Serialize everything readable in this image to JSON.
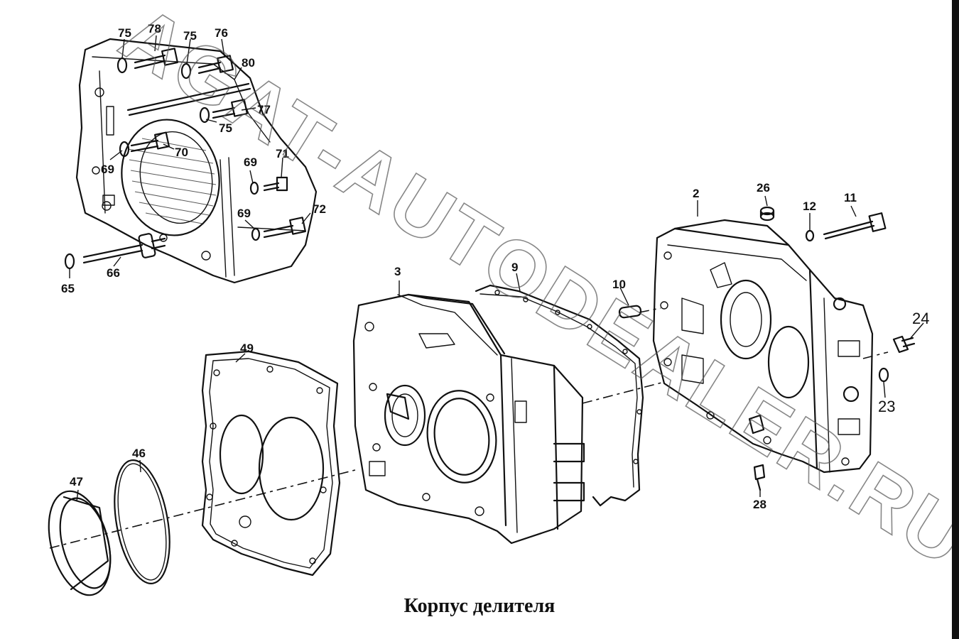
{
  "caption": "Корпус делителя",
  "watermark": "AGAT-AUTODEALER.RU",
  "callouts": {
    "c75a": "75",
    "c78": "78",
    "c75b": "75",
    "c76": "76",
    "c80": "80",
    "c77": "77",
    "c75c": "75",
    "c70": "70",
    "c69a": "69",
    "c69b": "69",
    "c71": "71",
    "c69c": "69",
    "c72": "72",
    "c66": "66",
    "c65": "65",
    "c3": "3",
    "c9": "9",
    "c10": "10",
    "c2": "2",
    "c26": "26",
    "c12": "12",
    "c11": "11",
    "c24": "24",
    "c23": "23",
    "c28": "28",
    "c49": "49",
    "c46": "46",
    "c47": "47"
  },
  "colors": {
    "ink": "#111111",
    "background": "#ffffff",
    "watermark": "#555555"
  }
}
